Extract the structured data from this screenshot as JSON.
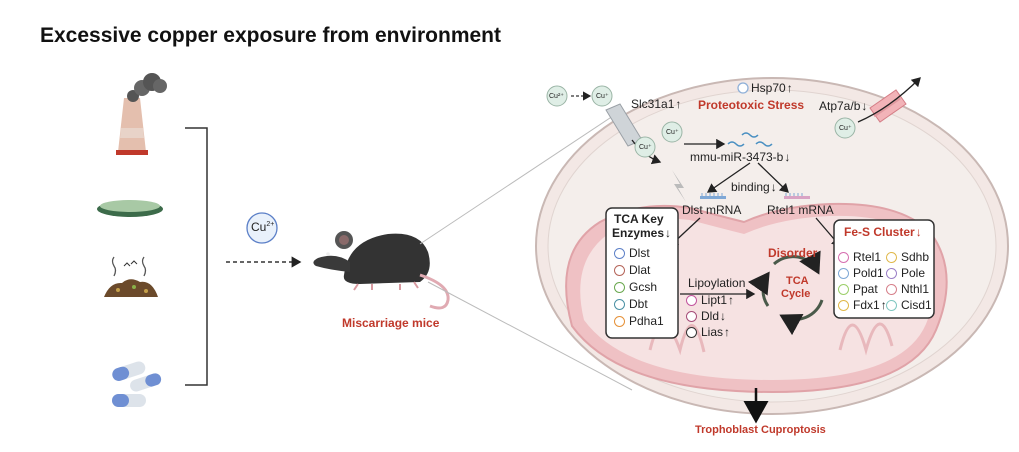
{
  "title": "Excessive copper exposure from environment",
  "cu_center": {
    "base": "Cu",
    "sup": "2+"
  },
  "mouse_label": "Miscarriage mice",
  "ion_labels": {
    "cu2": "Cu²⁺",
    "cu1": "Cu⁺"
  },
  "hsp70": "Hsp70",
  "proteotoxic_stress": "Proteotoxic Stress",
  "slc31a1": "Slc31a1",
  "atp7ab": "Atp7a/b",
  "mirna": "mmu-miR-3473-b",
  "binding": "binding",
  "dlst_mrna": "Dlst mRNA",
  "rtel1_mrna": "Rtel1 mRNA",
  "tca_box": {
    "title_line1": "TCA Key",
    "title_line2": "Enzymes",
    "items": [
      {
        "label": "Dlst",
        "color": "#5b7fc7"
      },
      {
        "label": "Dlat",
        "color": "#b5655a"
      },
      {
        "label": "Gcsh",
        "color": "#6aa84f"
      },
      {
        "label": "Dbt",
        "color": "#4a90a4"
      },
      {
        "label": "Pdha1",
        "color": "#e69138"
      }
    ]
  },
  "lipoylation": "Lipoylation",
  "lipo_items": [
    {
      "label": "Lipt1",
      "color": "#c2559e",
      "dir": "up"
    },
    {
      "label": "Dld",
      "color": "#a64d79",
      "dir": "down"
    },
    {
      "label": "Lias",
      "color": "#333333",
      "dir": "up"
    }
  ],
  "disorder": "Disorder",
  "tca_cycle_line1": "TCA",
  "tca_cycle_line2": "Cycle",
  "fes_box": {
    "title": "Fe-S Cluster",
    "items": [
      {
        "label": "Rtel1",
        "color": "#d66fb0",
        "dir": ""
      },
      {
        "label": "Sdhb",
        "color": "#e0b84a",
        "dir": ""
      },
      {
        "label": "Pold1",
        "color": "#7fa8d6",
        "dir": ""
      },
      {
        "label": "Pole",
        "color": "#9b7fc7",
        "dir": ""
      },
      {
        "label": "Ppat",
        "color": "#9ccf6a",
        "dir": ""
      },
      {
        "label": "Nthl1",
        "color": "#d67f8a",
        "dir": ""
      },
      {
        "label": "Fdx1",
        "color": "#e0b84a",
        "dir": "up"
      },
      {
        "label": "Cisd1",
        "color": "#7fc7c0",
        "dir": ""
      }
    ]
  },
  "outcome": "Trophoblast  Cuproptosis",
  "icons": [
    "factory-icon",
    "polluted-water-icon",
    "polluted-soil-icon",
    "pills-icon",
    "mouse-icon",
    "mitochondria-icon",
    "tca-cycle-icon"
  ]
}
